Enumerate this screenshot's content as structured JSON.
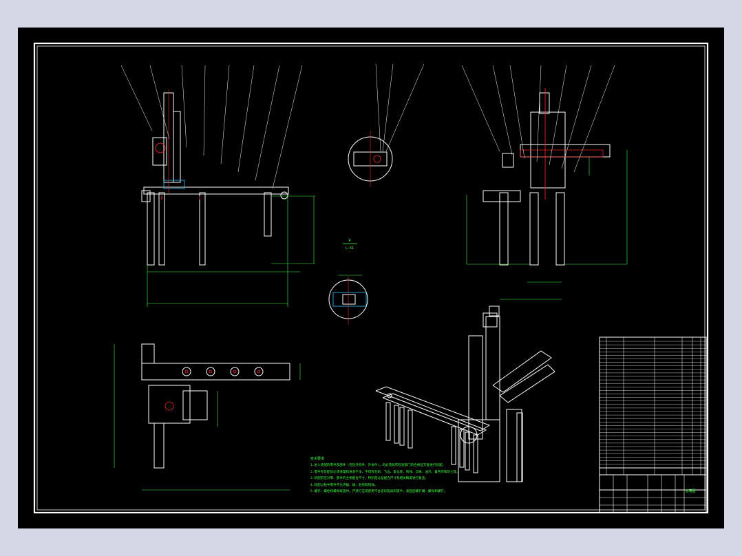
{
  "section_mark": {
    "letter": "A",
    "label": "L-61"
  },
  "tech_notes": {
    "title": "技术要求",
    "items": [
      "1.进入装配的零件及部件（包括外购件、外协件），均必须具有检验部门的合格证方能进行装配。",
      "2.零件在装配前必须清理和清洗干净，不得有毛刺、飞边、氧化皮、锈蚀、切屑、油污、着色剂和灰尘等。",
      "3.装配前应对零、部件的主要配合尺寸，特别是过盈配合尺寸及相关精度进行复查。",
      "4.装配过程中零件不允许磕、碰、划伤和锈蚀。",
      "5.螺钉、螺栓和螺母紧固时，严禁打击或使用不合适的旋具和扳手，紧固后螺钉槽、螺母和螺钉。"
    ]
  },
  "title_block": {
    "drawing_title": "总装图"
  },
  "colors": {
    "background": "#d5d7e6",
    "drawing_area": "#000000",
    "line": "#ffffff",
    "dimension": "#3cff3c",
    "centerline": "#ff2a2a",
    "hatch": "#33c3ff"
  }
}
